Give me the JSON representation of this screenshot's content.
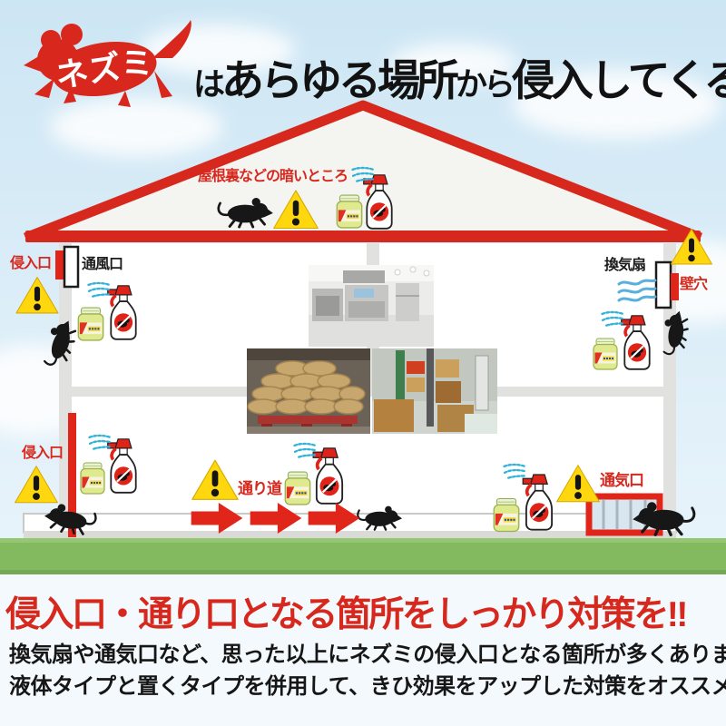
{
  "header": {
    "logo_text": "ネズミ",
    "headline_prefix": "は",
    "headline_emph1": "あらゆる場所",
    "headline_mid": "から",
    "headline_emph2": "侵入してくる!!"
  },
  "house": {
    "attic_label": "屋根裏などの暗いところ",
    "upper_left_entry_label": "侵入口",
    "upper_left_vent_label": "通風口",
    "upper_right_fan_label": "換気扇",
    "upper_right_hole_label": "壁穴",
    "lower_left_entry_label": "侵入口",
    "pathway_label": "通り道",
    "lower_right_vent_label": "通気口"
  },
  "footer": {
    "heading": "侵入口・通り口となる箇所をしっかり対策を!!",
    "body_line1": "換気扇や通気口など、思った以上にネズミの侵入口となる箇所が多くあります。",
    "body_line2": "液体タイプと置くタイプを併用して、きひ効果をアップした対策をオススメします。"
  },
  "colors": {
    "accent_red": "#d7281d",
    "warning_yellow": "#ffd70e",
    "grass_green": "#83ba5f",
    "sky_blue": "#d4e9f5",
    "spray_cyan": "#2fb3da"
  },
  "icons": {
    "mouse-icon": "black rat silhouette (svg shape)",
    "warning-triangle-icon": "yellow triangle with !",
    "spray-bottle-icon": "white trigger spray with no-mouse badge",
    "repellent-jar-icon": "green gel jar",
    "spray-mist-icon": "cyan spray dashes",
    "airflow-icon": "blue wavy air lines",
    "arrow-icon": "red right arrow"
  }
}
